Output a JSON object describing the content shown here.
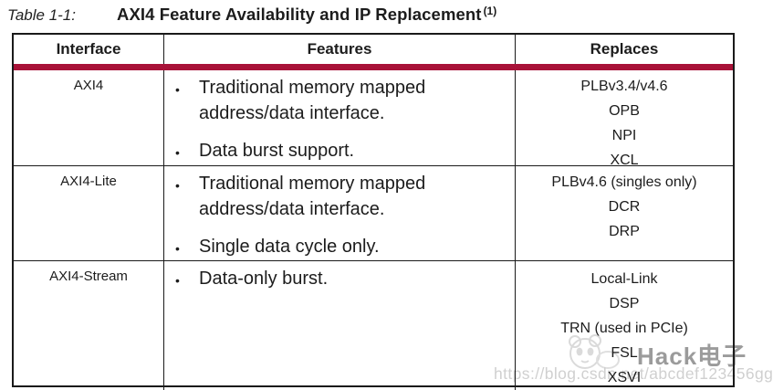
{
  "title": {
    "label": "Table 1-1:",
    "text": "AXI4 Feature Availability and IP Replacement",
    "superscript": "(1)"
  },
  "table": {
    "bullet": "•",
    "headers": [
      "Interface",
      "Features",
      "Replaces"
    ],
    "rows": [
      {
        "interface": "AXI4",
        "features": [
          "Traditional memory mapped address/data interface.",
          "Data burst support."
        ],
        "replaces": [
          "PLBv3.4/v4.6",
          "OPB",
          "NPI",
          "XCL"
        ]
      },
      {
        "interface": "AXI4-Lite",
        "features": [
          "Traditional memory mapped address/data interface.",
          "Single data cycle only."
        ],
        "replaces": [
          "PLBv4.6 (singles only)",
          "DCR",
          "DRP"
        ]
      },
      {
        "interface": "AXI4-Stream",
        "features": [
          "Data-only burst."
        ],
        "replaces": [
          "Local-Link",
          "DSP",
          "TRN (used in PCIe)",
          "FSL",
          "XSVI"
        ]
      }
    ]
  },
  "watermark": {
    "brand": "Hack电子",
    "url": "https://blog.csdn.net/abcdef123456gg",
    "logo": "panda-logo-icon"
  },
  "colors": {
    "header_rule": "#A81238",
    "border": "#1a1a1a",
    "text": "#1c1c1c",
    "watermark_text": "#9b9b9b",
    "watermark_url": "#d0d0d0"
  }
}
